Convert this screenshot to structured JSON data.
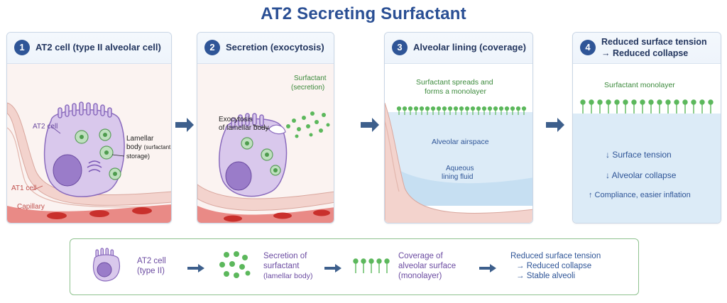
{
  "title": "AT2 Secreting Surfactant",
  "panels": [
    {
      "number": "1",
      "title": "AT2 cell (type II alveolar cell)",
      "labels": {
        "at2_cell": "AT2 cell",
        "lamellar_line1": "Lamellar",
        "lamellar_line2": "body",
        "lamellar_note": "(surfactant",
        "lamellar_line3": "storage)",
        "at1_cell": "AT1 cell",
        "capillary": "Capillary"
      }
    },
    {
      "number": "2",
      "title": "Secretion (exocytosis)",
      "labels": {
        "exocytosis_line1": "Exocytosis",
        "exocytosis_line2": "of lamellar body",
        "surfactant_line1": "Surfactant",
        "surfactant_line2": "(secretion)"
      }
    },
    {
      "number": "3",
      "title": "Alveolar lining (coverage)",
      "labels": {
        "spreads_line1": "Surfactant spreads and",
        "spreads_line2": "forms a monolayer",
        "airspace": "Alveolar airspace",
        "fluid_line1": "Aqueous",
        "fluid_line2": "lining fluid"
      }
    },
    {
      "number": "4",
      "title_line1": "Reduced surface tension",
      "title_line2": "→ Reduced collapse",
      "labels": {
        "monolayer": "Surfactant monolayer",
        "effect1": "↓ Surface tension",
        "effect2": "↓ Alveolar collapse",
        "effect3": "↑ Compliance, easier inflation"
      }
    }
  ],
  "summary": {
    "step1_line1": "AT2 cell",
    "step1_line2": "(type II)",
    "step2_line1": "Secretion of",
    "step2_line2": "surfactant",
    "step2_line3": "(lamellar body)",
    "step3_line1": "Coverage of",
    "step3_line2": "alveolar surface",
    "step3_line3": "(monolayer)",
    "step4_line1": "Reduced surface tension",
    "step4_line2": "→ Reduced collapse",
    "step4_line3": "→ Stable alveoli"
  },
  "colors": {
    "title": "#2a4f94",
    "cell_fill": "#d9c8ec",
    "cell_stroke": "#8a6bbd",
    "nucleus": "#9a7cc9",
    "surfactant_green": "#5cb85c",
    "capillary_red": "#d9534f",
    "airspace_blue": "#dcebf7",
    "arrow": "#3d5f8c",
    "summary_border": "#8fc28f"
  },
  "icons": {
    "step_arrow": "right-arrow-icon",
    "surfactant_particle": "green-dot-icon",
    "phospholipid": "lollipop-lipid-icon"
  }
}
